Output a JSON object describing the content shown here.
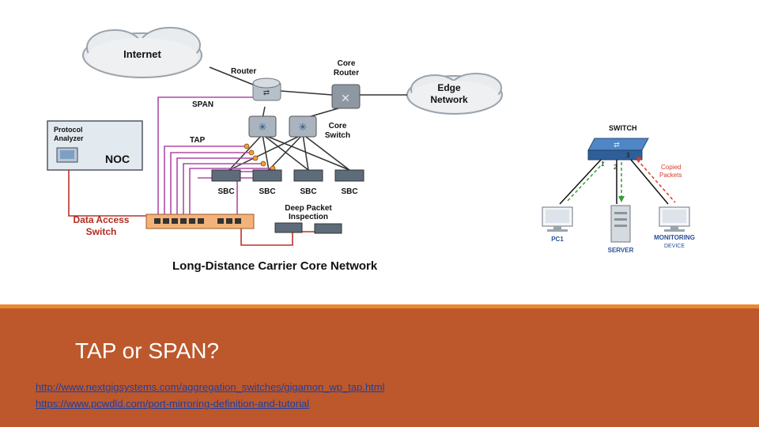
{
  "slide": {
    "title": "TAP or SPAN?",
    "links": [
      "http://www.nextgigsystems.com/aggregation_switches/gigamon_wp_tap.html",
      "https://www.pcwdld.com/port-mirroring-definition-and-tutorial"
    ],
    "band_color": "#BC582C",
    "accent_color": "#E8892B"
  },
  "network_diagram": {
    "internet_label": "Internet",
    "router_label": "Router",
    "core_router_label": [
      "Core",
      "Router"
    ],
    "edge_network_label": [
      "Edge",
      "Network"
    ],
    "span_label": "SPAN",
    "tap_label": "TAP",
    "core_switch_label": [
      "Core",
      "Switch"
    ],
    "protocol_analyzer_label": [
      "Protocol",
      "Analyzer"
    ],
    "noc_label": "NOC",
    "sbc_labels": [
      "SBC",
      "SBC",
      "SBC",
      "SBC"
    ],
    "dpi_label": [
      "Deep Packet",
      "Inspection"
    ],
    "data_access_switch_label": [
      "Data Access",
      "Switch"
    ],
    "caption": "Long-Distance Carrier Core Network"
  },
  "mirror_diagram": {
    "switch_label": "SWITCH",
    "port_labels": [
      "1",
      "2",
      "3"
    ],
    "copied_packets_label": [
      "Copied",
      "Packets"
    ],
    "pc_label": "PC1",
    "server_label": "SERVER",
    "monitoring_label": [
      "MONITORING",
      "DEVICE"
    ]
  }
}
